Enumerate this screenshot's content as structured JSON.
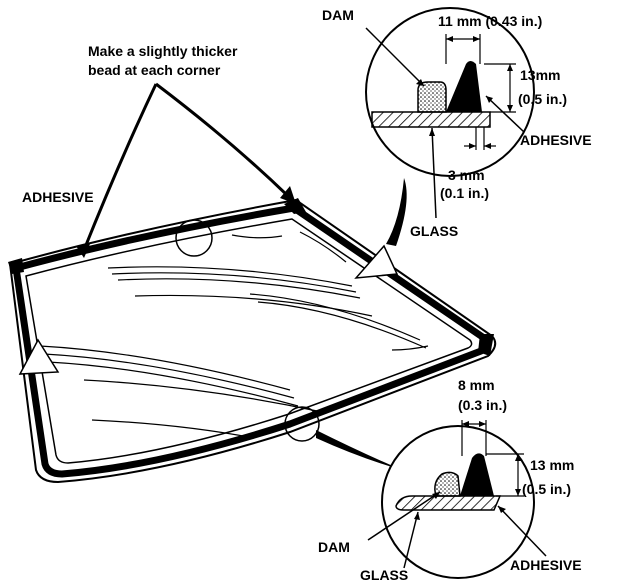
{
  "note": {
    "line1": "Make a slightly thicker",
    "line2": "bead at each corner"
  },
  "labels": {
    "adhesive_main": "ADHESIVE",
    "top_dam": "DAM",
    "top_width": "11 mm (0.43 in.)",
    "top_height_mm": "13mm",
    "top_height_in": "(0.5 in.)",
    "top_adhesive": "ADHESIVE",
    "top_gap_mm": "3 mm",
    "top_gap_in": "(0.1 in.)",
    "top_glass": "GLASS",
    "bottom_width_mm": "8 mm",
    "bottom_width_in": "(0.3 in.)",
    "bottom_height_mm": "13 mm",
    "bottom_height_in": "(0.5 in.)",
    "bottom_dam": "DAM",
    "bottom_adhesive": "ADHESIVE",
    "bottom_glass": "GLASS"
  }
}
